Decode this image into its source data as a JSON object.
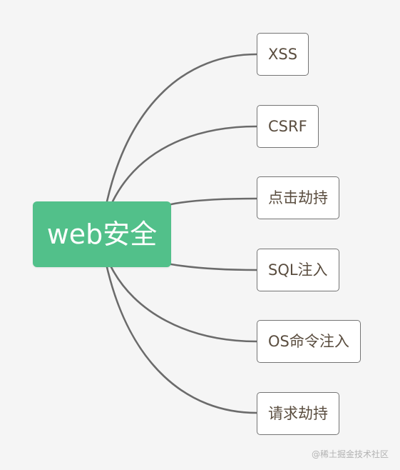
{
  "mindmap": {
    "root": {
      "label": "web安全",
      "color": "#52c08a"
    },
    "children": [
      {
        "label": "XSS"
      },
      {
        "label": "CSRF"
      },
      {
        "label": "点击劫持"
      },
      {
        "label": "SQL注入"
      },
      {
        "label": "OS命令注入"
      },
      {
        "label": "请求劫持"
      }
    ],
    "line_color": "#6b6b6b",
    "node_border_color": "#747474",
    "text_color": "#5a4d3f",
    "background_color": "#f5f5f5"
  },
  "watermark": {
    "text": "@稀土掘金技术社区"
  }
}
